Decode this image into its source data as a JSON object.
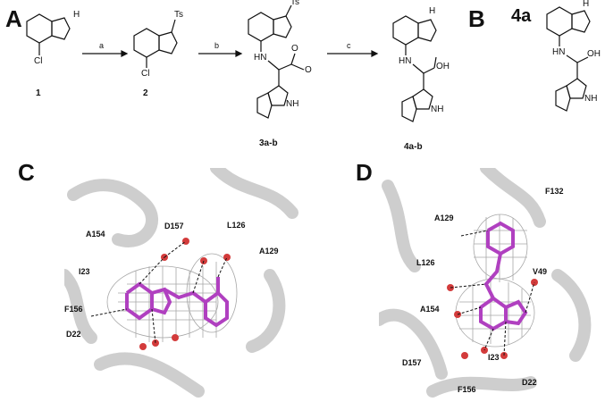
{
  "panels": {
    "a": "A",
    "b": "B",
    "c": "C",
    "d": "D"
  },
  "scheme": {
    "step_a": "a",
    "step_b": "b",
    "step_c": "c",
    "compound_1": "1",
    "compound_2": "2",
    "compound_3": "3a-b",
    "compound_4": "4a-b",
    "compound_b": "4a",
    "atom_cl": "Cl",
    "atom_nh": "NH",
    "atom_hn": "HN",
    "atom_h": "H",
    "atom_ts": "Ts",
    "atom_oh": "OH",
    "atom_o": "O",
    "atom_n": "N",
    "atom_methoxy": "O"
  },
  "residues_c": [
    "D157",
    "A154",
    "L126",
    "A129",
    "I23",
    "F156",
    "D22"
  ],
  "residues_d": [
    "F132",
    "A129",
    "L126",
    "V49",
    "A154",
    "D157",
    "I23",
    "F156",
    "D22"
  ],
  "colors": {
    "ligand": "#b040c0",
    "oxygen": "#d33b3b",
    "nitrogen": "#2f4fd8",
    "protein": "#c9c9c9",
    "mesh": "#8a8a8a"
  }
}
